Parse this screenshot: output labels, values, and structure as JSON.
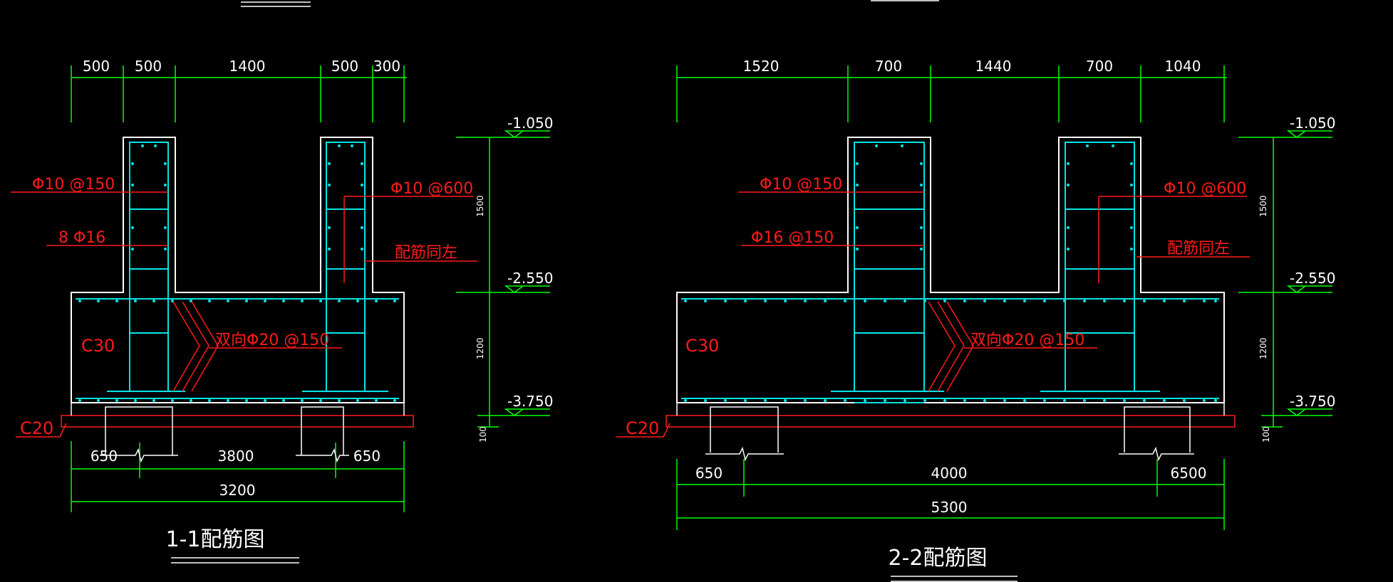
{
  "section1": {
    "top_dims": [
      "500",
      "500",
      "1400",
      "500",
      "300"
    ],
    "labels": {
      "stirrup": "Φ10 @150",
      "long_bars": "8 Φ16",
      "stirrup_right": "Φ10 @600",
      "same_as_left": "配筋同左",
      "slab_bars": "双向Φ20 @150",
      "concrete_main": "C30",
      "concrete_bed": "C20"
    },
    "levels": [
      "-1.050",
      "-2.550",
      "-3.750"
    ],
    "vert_dims": [
      "1500",
      "1200",
      "100"
    ],
    "bottom_dims": [
      "650",
      "3800",
      "650"
    ],
    "total_dim": "3200",
    "title": "1-1配筋图"
  },
  "section2": {
    "top_dims": [
      "1520",
      "700",
      "1440",
      "700",
      "1040"
    ],
    "labels": {
      "stirrup": "Φ10 @150",
      "long_bars": "Φ16 @150",
      "stirrup_right": "Φ10 @600",
      "same_as_left": "配筋同左",
      "slab_bars": "双向Φ20 @150",
      "concrete_main": "C30",
      "concrete_bed": "C20"
    },
    "levels": [
      "-1.050",
      "-2.550",
      "-3.750"
    ],
    "vert_dims": [
      "1500",
      "1200",
      "100"
    ],
    "bottom_dims": [
      "650",
      "4000",
      "6500"
    ],
    "total_dim": "5300",
    "title": "2-2配筋图"
  },
  "colors": {
    "background": "#000000",
    "outline": "#ffffff",
    "rebar": "#00e5e5",
    "dimension": "#00ff00",
    "annotation": "#ff1a1a"
  }
}
